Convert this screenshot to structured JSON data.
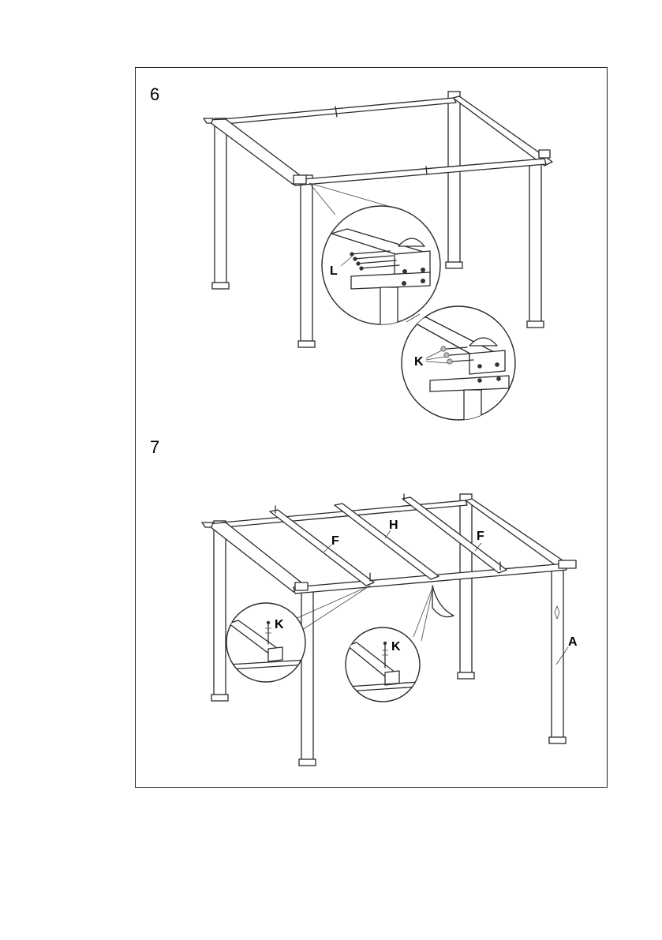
{
  "steps": [
    {
      "number": "6",
      "callouts": [
        "L",
        "K"
      ]
    },
    {
      "number": "7",
      "labels": [
        "F",
        "H",
        "F",
        "A"
      ],
      "callouts": [
        "K",
        "K"
      ]
    }
  ],
  "colors": {
    "line": "#2a2a2a",
    "background": "#ffffff",
    "hardware": "#bbbbbb"
  },
  "icons": [
    "bolt-icon",
    "screw-icon"
  ]
}
